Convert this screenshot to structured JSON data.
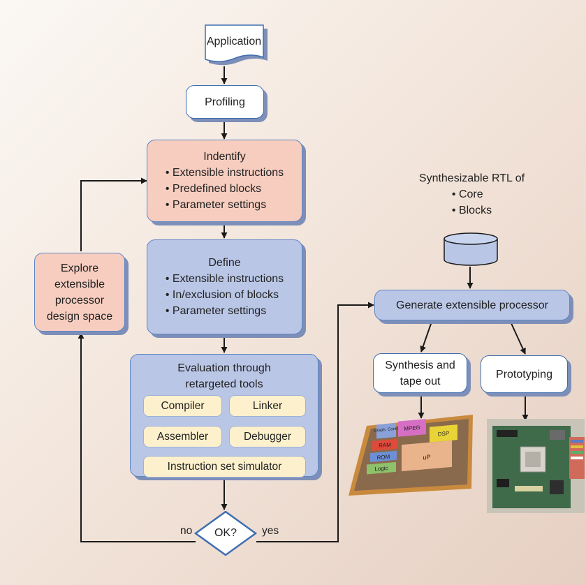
{
  "nodes": {
    "application": "Application",
    "profiling": "Profiling",
    "identify": {
      "title": "Indentify",
      "items": [
        "Extensible instructions",
        "Predefined blocks",
        "Parameter settings"
      ]
    },
    "define": {
      "title": "Define",
      "items": [
        "Extensible instructions",
        "In/exclusion of blocks",
        "Parameter settings"
      ]
    },
    "evaluation": {
      "title_line1": "Evaluation through",
      "title_line2": "retargeted tools",
      "tools": [
        "Compiler",
        "Linker",
        "Assembler",
        "Debugger",
        "Instruction set simulator"
      ]
    },
    "decision": "OK?",
    "explore": [
      "Explore",
      "extensible",
      "processor",
      "design space"
    ],
    "rtl": {
      "title": "Synthesizable RTL of",
      "items": [
        "Core",
        "Blocks"
      ]
    },
    "generate": "Generate extensible processor",
    "synthesis": [
      "Synthesis and",
      "tape out"
    ],
    "prototyping": "Prototyping"
  },
  "edge_labels": {
    "no": "no",
    "yes": "yes"
  },
  "chip_blocks": [
    "Graph. Contr.",
    "MPEG",
    "DSP",
    "RAM",
    "ROM",
    "Logic",
    "uP"
  ],
  "colors": {
    "box_white": "#ffffff",
    "box_pink": "#f6cdbf",
    "box_blue": "#b9c6e6",
    "tool_fill": "#fdf0cc",
    "border": "#5f86c5",
    "shadow": "#7d8fb8",
    "arrow": "#1a1a1a"
  }
}
